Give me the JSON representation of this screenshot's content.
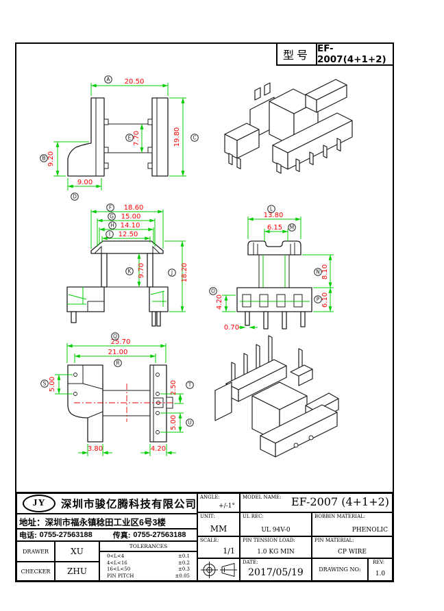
{
  "header": {
    "model_label": "型号",
    "model_value": "EF-2007(4+1+2)"
  },
  "colors": {
    "dim_line": "#00cc00",
    "dim_text": "#ff0000",
    "outline": "#000000",
    "centerline": "#e60000"
  },
  "views": {
    "side": {
      "dims": [
        {
          "id": "A",
          "value": "20.50"
        },
        {
          "id": "B",
          "value": "9.20"
        },
        {
          "id": "C",
          "value": "19.80"
        },
        {
          "id": "D",
          "value": "9.00"
        },
        {
          "id": "E",
          "value": "7.70"
        }
      ]
    },
    "front": {
      "dims": [
        {
          "id": "F",
          "value": "18.60"
        },
        {
          "id": "G",
          "value": "15.00"
        },
        {
          "id": "H",
          "value": "14.10"
        },
        {
          "id": "I",
          "value": "12.50"
        },
        {
          "id": "J",
          "value": "18.20"
        },
        {
          "id": "K",
          "value": "9.70"
        }
      ]
    },
    "end": {
      "dims": [
        {
          "id": "L",
          "value": "13.80"
        },
        {
          "id": "M",
          "value": "6.15"
        },
        {
          "id": "N",
          "value": "8.10"
        },
        {
          "id": "O",
          "value": "4.20"
        },
        {
          "id": "P",
          "value": "6.10"
        },
        {
          "id": "",
          "value": "0.70"
        }
      ]
    },
    "top": {
      "dims": [
        {
          "id": "Q",
          "value": "25.70"
        },
        {
          "id": "R",
          "value": "21.00"
        },
        {
          "id": "S",
          "value": "5.00"
        },
        {
          "id": "T",
          "value": "2.50"
        },
        {
          "id": "U",
          "value": "5.00"
        },
        {
          "id": "",
          "value": "3.80"
        },
        {
          "id": "",
          "value": "4.20"
        }
      ]
    }
  },
  "title_block": {
    "logo": "JY",
    "company": "深圳市骏亿腾科技有限公司",
    "address_label": "地址：",
    "address": "深圳市福永镇稔田工业区6号3楼",
    "phone_label": "电话: ",
    "phone": "0755-27563188",
    "fax_label": "传真: ",
    "fax": "0755-27563188",
    "drawer_label": "DRAWER",
    "drawer": "XU",
    "checker_label": "CHECKER",
    "checker": "ZHU",
    "tolerances": {
      "title": "TOLERANCES",
      "rows": [
        {
          "range": "0<L<4",
          "tol": "±0.1"
        },
        {
          "range": "4<L<16",
          "tol": "±0.2"
        },
        {
          "range": "16<L<50",
          "tol": "±0.3"
        },
        {
          "range": "PIN PITCH",
          "tol": "±0.05"
        }
      ]
    },
    "angle_label": "ANGLE:",
    "angle": "+/-1°",
    "unit_label": "UNIT:",
    "unit": "MM",
    "scale_label": "SCALE:",
    "scale": "1/1",
    "model_name_label": "MODEL NAME:",
    "model_name": "EF-2007 (4+1+2)",
    "ul_rec_label": "UL REC:",
    "ul_rec": "UL 94V-0",
    "bobbin_material_label": "BOBBIN MATERIAL:",
    "bobbin_material": "PHENOLIC",
    "pin_tension_label": "PIN TENSION LOAD:",
    "pin_tension": "1.0 KG MIN",
    "pin_material_label": "PIN MATERIAL:",
    "pin_material": "CP WIRE",
    "date_label": "DATE:",
    "date": "2017/05/19",
    "drawing_no_label": "DRAWING NO:",
    "rev_label": "REV:",
    "rev": "1.0"
  }
}
